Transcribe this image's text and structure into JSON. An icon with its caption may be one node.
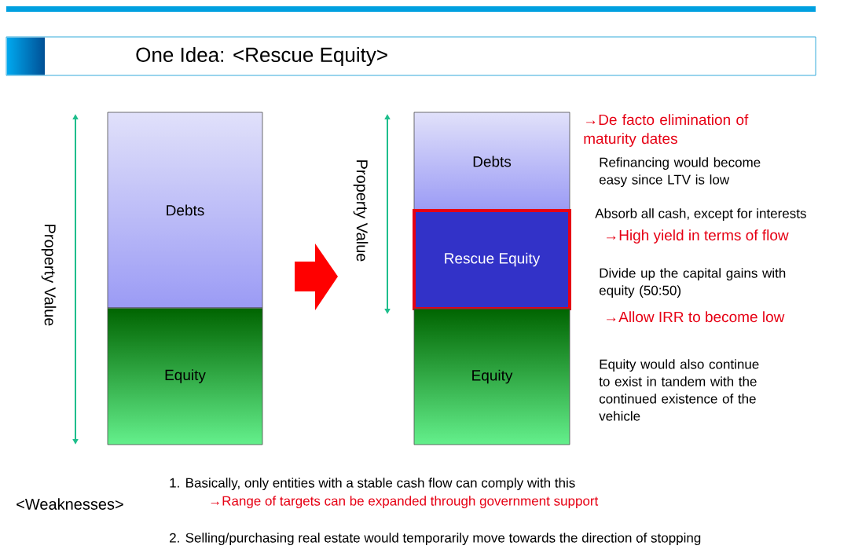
{
  "diagram": {
    "title": "One Idea: <Rescue Equity>",
    "nodes": [
      {
        "text": [
          "Debts"
        ]
      },
      {
        "text": [
          "Equity"
        ]
      },
      {
        "text": [
          "Debts"
        ]
      },
      {
        "text": [
          "Rescue Equity"
        ]
      },
      {
        "text": [
          "Equity"
        ]
      }
    ],
    "labels": [
      "Property Value",
      "Property Value",
      "→De facto elimination of maturity dates",
      "Refinancing would become easy since LTV is low",
      "Absorb all cash, except for interests",
      "→High yield in terms of flow",
      "Divide up the capital gains with equity (50:50)",
      "→Allow IRR to become low",
      "Equity would also continue to exist in tandem with the continued existence of the vehicle",
      "<Weaknesses>",
      "1.  Basically, only entities with a stable cash flow can comply with this",
      "→Range of targets can be expanded through government support",
      "2. Selling/purchasing real estate would temporarily move towards the direction of stopping"
    ]
  }
}
